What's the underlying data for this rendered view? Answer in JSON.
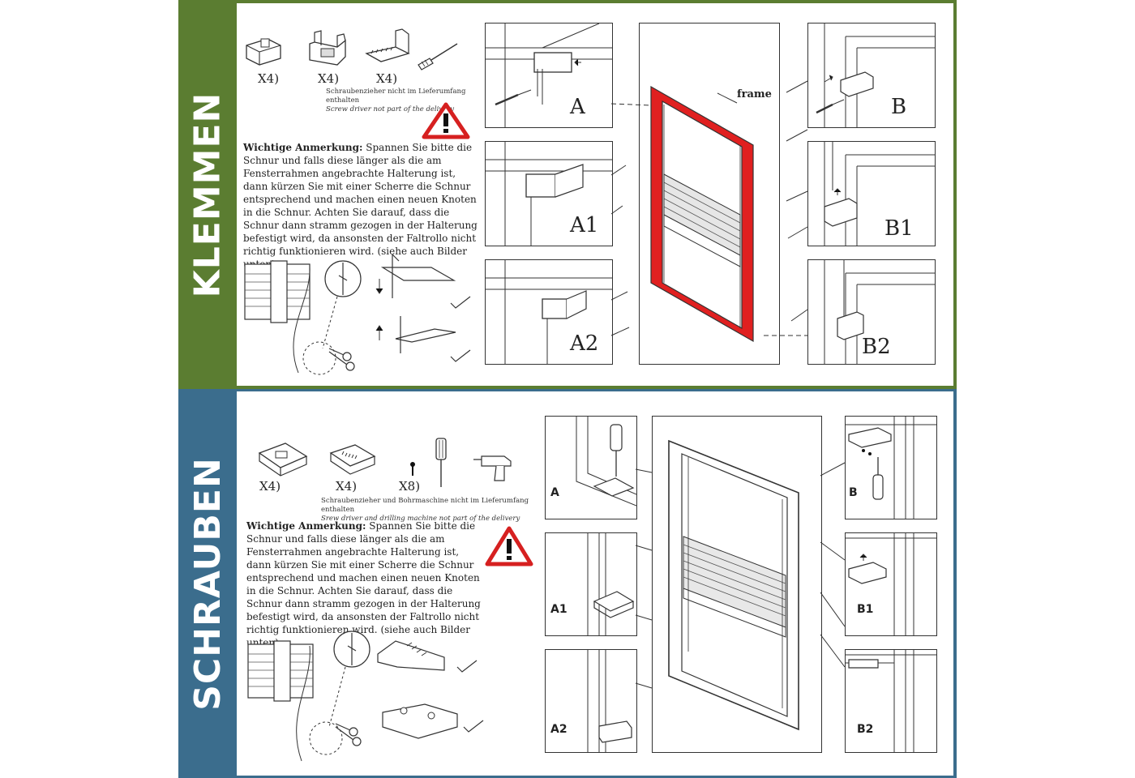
{
  "klemmen": {
    "title": "KLEMMEN",
    "qty": [
      "X4)",
      "X4)",
      "X4)"
    ],
    "screwdriver_note_de": "Schraubenzieher nicht im Lieferumfang enthalten",
    "screwdriver_note_en": "Screw driver not part of the delivery",
    "note_heading": "Wichtige Anmerkung:",
    "note_body": "Spannen Sie bitte die Schnur und falls diese länger als die am Fensterrahmen angebrachte Halterung ist, dann kürzen Sie mit einer Scherre die Schnur entsprechend und machen einen neuen Knoten in die Schnur. Achten Sie darauf, dass die Schnur dann stramm gezogen in der Halterung befestigt wird, da ansonsten der Faltrollo nicht richtig funktionieren wird. (siehe auch Bilder unten).",
    "frame_label": "frame",
    "labels": [
      "A",
      "A1",
      "A2",
      "B",
      "B1",
      "B2"
    ]
  },
  "schrauben": {
    "title": "SCHRAUBEN",
    "qty": [
      "X4)",
      "X4)",
      "X8)"
    ],
    "tools_note_de": "Schraubenzieher und Bohrmaschine nicht im Lieferumfang enthalten",
    "tools_note_en": "Srew driver and drilling machine not part of the delivery",
    "note_heading": "Wichtige Anmerkung:",
    "note_body": "Spannen Sie bitte die Schnur und falls diese länger als die am Fensterrahmen angebrachte Halterung ist, dann kürzen Sie mit einer Scherre die Schnur entsprechend und machen einen neuen Knoten in die Schnur. Achten Sie darauf, dass die Schnur dann stramm gezogen in der Halterung befestigt wird, da ansonsten der Faltrollo nicht richtig funktionieren wird. (siehe auch Bilder unten).",
    "labels": [
      "A",
      "A1",
      "A2",
      "B",
      "B1",
      "B2"
    ]
  },
  "colors": {
    "green": "#5b7d31",
    "blue": "#3b6d8d",
    "frame_red": "#e02020",
    "warning_red": "#d62020"
  },
  "icons": [
    "warning-icon",
    "clamp-bracket-icon",
    "screw-bracket-icon",
    "screwdriver-icon",
    "drill-icon",
    "screw-icon",
    "scissors-icon",
    "checkmark-icon"
  ]
}
